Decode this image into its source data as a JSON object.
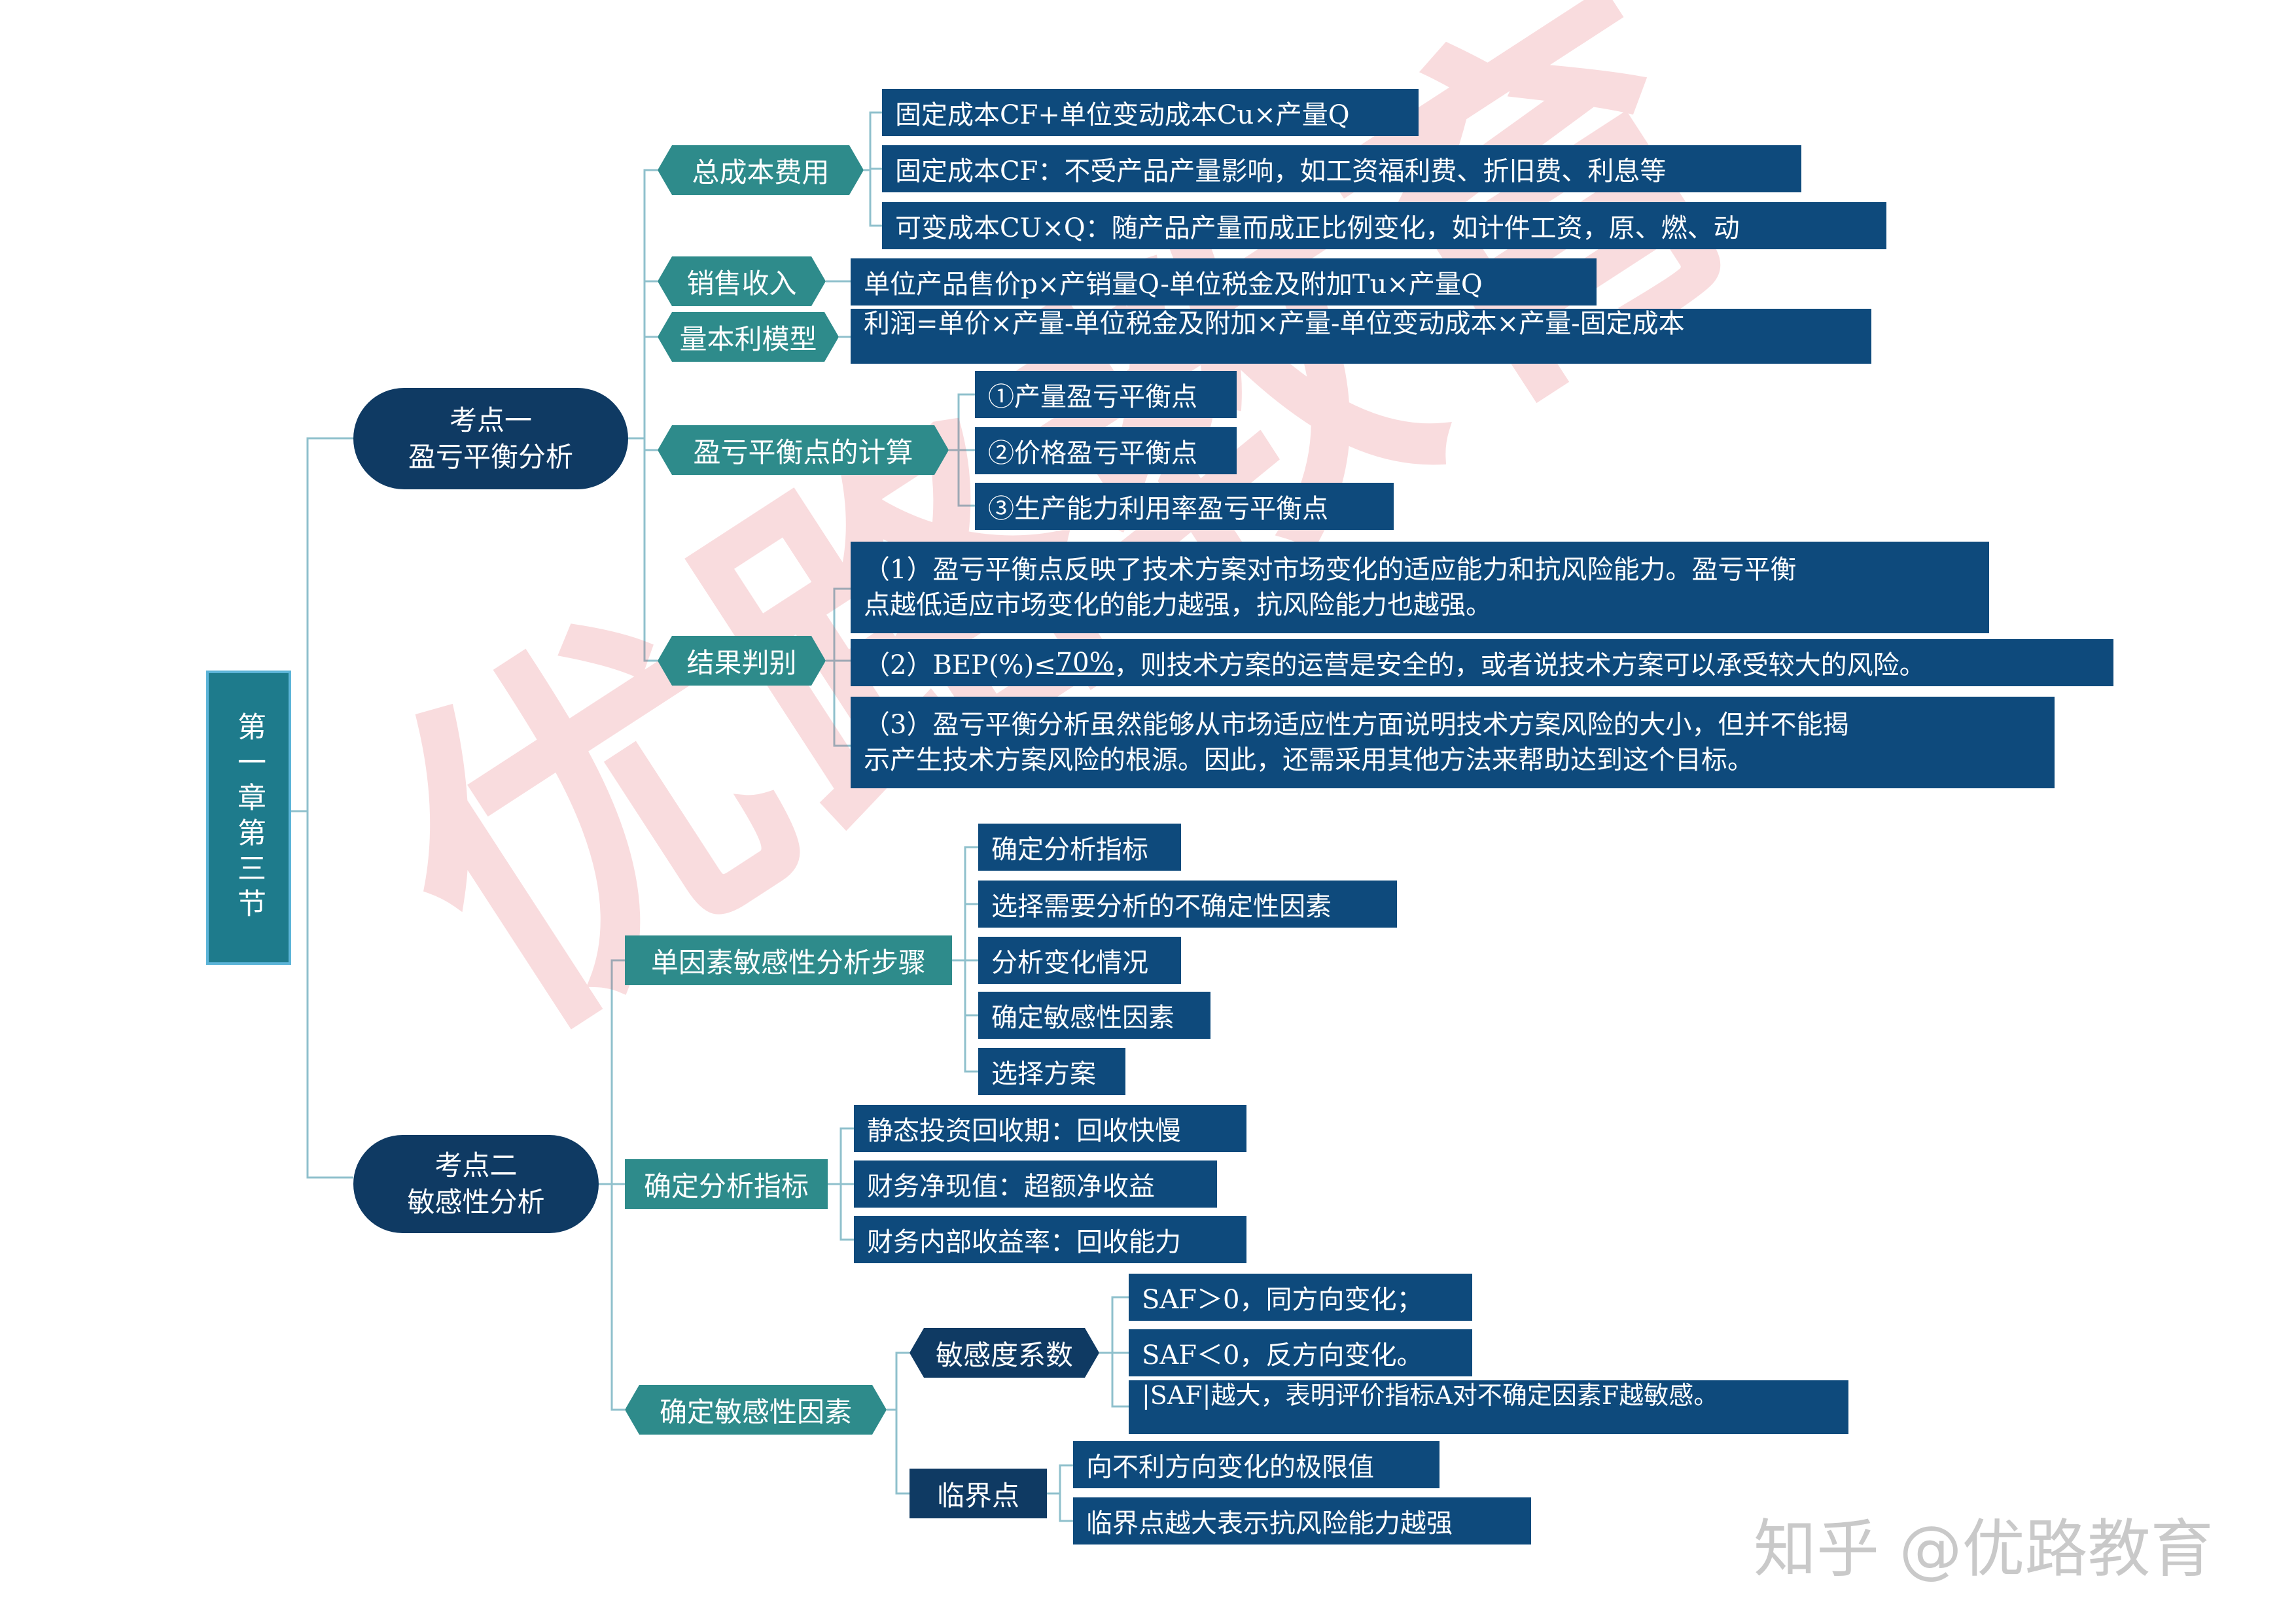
{
  "root": "第一章第三节",
  "topic1": {
    "line1": "考点一",
    "line2": "盈亏平衡分析"
  },
  "topic2": {
    "line1": "考点二",
    "line2": "敏感性分析"
  },
  "t1": {
    "total_cost": {
      "label": "总成本费用",
      "items": [
        "固定成本CF+单位变动成本Cu×产量Q",
        "固定成本CF：不受产品产量影响，如工资福利费、折旧费、利息等",
        "可变成本CU×Q：随产品产量而成正比例变化，如计件工资，原、燃、动"
      ]
    },
    "sales": {
      "label": "销售收入",
      "item": "单位产品售价p×产销量Q-单位税金及附加Tu×产量Q"
    },
    "profit_model": {
      "label": "量本利模型",
      "item": "利润=单价×产量-单位税金及附加×产量-单位变动成本×产量-固定成本"
    },
    "bep_calc": {
      "label": "盈亏平衡点的计算",
      "items": [
        "①产量盈亏平衡点",
        "②价格盈亏平衡点",
        "③生产能力利用率盈亏平衡点"
      ]
    },
    "judge": {
      "label": "结果判别",
      "items": [
        {
          "line1": "（1）盈亏平衡点反映了技术方案对市场变化的适应能力和抗风险能力。盈亏平衡",
          "line2": "点越低适应市场变化的能力越强，抗风险能力也越强。"
        },
        {
          "pre": "（2）BEP(%)≤",
          "underline": "70%",
          "post": "，则技术方案的运营是安全的，或者说技术方案可以承受较大的风险。"
        },
        {
          "line1": "（3）盈亏平衡分析虽然能够从市场适应性方面说明技术方案风险的大小，但并不能揭",
          "line2": "示产生技术方案风险的根源。因此，还需采用其他方法来帮助达到这个目标。"
        }
      ]
    }
  },
  "t2": {
    "steps": {
      "label": "单因素敏感性分析步骤",
      "items": [
        "确定分析指标",
        "选择需要分析的不确定性因素",
        "分析变化情况",
        "确定敏感性因素",
        "选择方案"
      ]
    },
    "indicators": {
      "label": "确定分析指标",
      "items": [
        "静态投资回收期：回收快慢",
        "财务净现值：超额净收益",
        "财务内部收益率：回收能力"
      ]
    },
    "factors": {
      "label": "确定敏感性因素",
      "coef": {
        "label": "敏感度系数",
        "items": [
          "SAF＞0，同方向变化；",
          "SAF＜0，反方向变化。",
          "|SAF|越大，表明评价指标A对不确定因素F越敏感。"
        ]
      },
      "critical": {
        "label": "临界点",
        "items": [
          "向不利方向变化的极限值",
          "临界点越大表示抗风险能力越强"
        ]
      }
    }
  },
  "watermark": "优路教育",
  "footer_brand": "知乎 @优路教育",
  "colors": {
    "root_fill": "#1e7b8c",
    "topic_fill": "#0f3a63",
    "sub_fill": "#2e8b8b",
    "leaf_fill": "#0e4a7c",
    "line": "#7fb6c4",
    "watermark": "#dc3c46"
  }
}
